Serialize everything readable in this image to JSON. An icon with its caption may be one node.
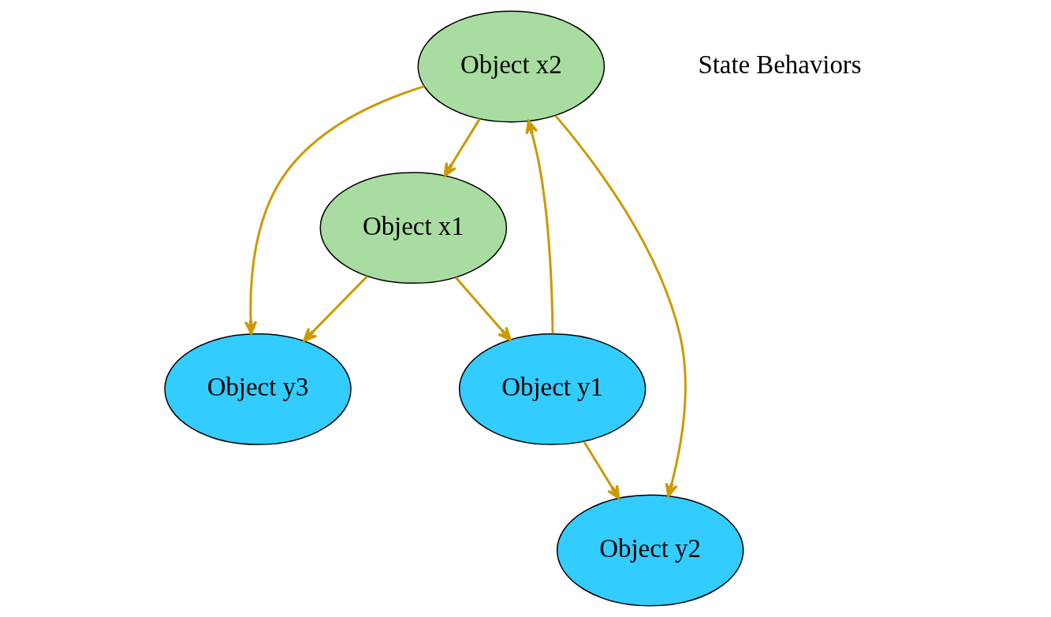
{
  "diagram": {
    "nodes": [
      {
        "text": [
          "Object x2"
        ]
      },
      {
        "text": [
          "Object x1"
        ]
      },
      {
        "text": [
          "Object y2"
        ]
      },
      {
        "text": [
          "Object y1"
        ]
      },
      {
        "text": [
          "Object y3"
        ]
      }
    ],
    "edges": [
      {
        "from": 0,
        "to": 1,
        "arrow": "to"
      },
      {
        "from": 0,
        "to": 2,
        "arrow": "to"
      },
      {
        "from": 0,
        "to": 4,
        "arrow": "to"
      },
      {
        "from": 1,
        "to": 3,
        "arrow": "to"
      },
      {
        "from": 1,
        "to": 4,
        "arrow": "to"
      },
      {
        "from": 3,
        "to": 0,
        "arrow": "to"
      },
      {
        "from": 3,
        "to": 2,
        "arrow": "to"
      }
    ],
    "labels": [
      "State Behaviors"
    ]
  }
}
